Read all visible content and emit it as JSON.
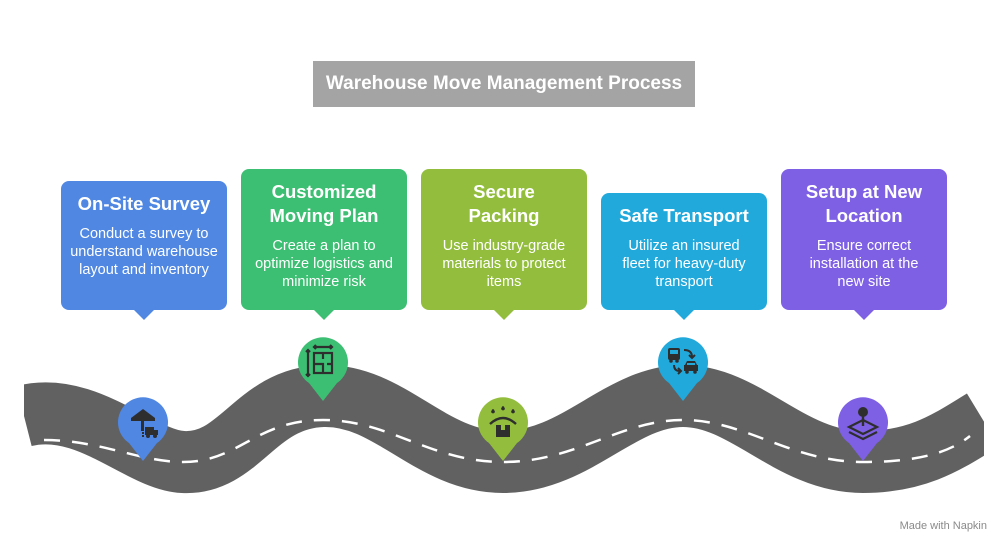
{
  "title": "Warehouse Move Management Process",
  "steps": [
    {
      "title": "On-Site Survey",
      "description": "Conduct a survey to understand warehouse layout and inventory",
      "color": "#4f87e3",
      "icon": "warehouse-truck-icon"
    },
    {
      "title": "Customized Moving Plan",
      "description": "Create a plan to optimize logistics and minimize risk",
      "color": "#3dbf73",
      "icon": "floor-plan-icon"
    },
    {
      "title": "Secure Packing",
      "description": "Use industry-grade materials to protect items",
      "color": "#93be3d",
      "icon": "fragile-box-icon"
    },
    {
      "title": "Safe Transport",
      "description": "Utilize an insured fleet for heavy-duty transport",
      "color": "#22a9dc",
      "icon": "bus-to-car-icon"
    },
    {
      "title": "Setup at New Location",
      "description": "Ensure correct installation at the new site",
      "color": "#7e60e4",
      "icon": "location-pin-layers-icon"
    }
  ],
  "road": {
    "surface_color": "#616161",
    "dash_color": "#ffffff"
  },
  "attribution": "Made with Napkin"
}
